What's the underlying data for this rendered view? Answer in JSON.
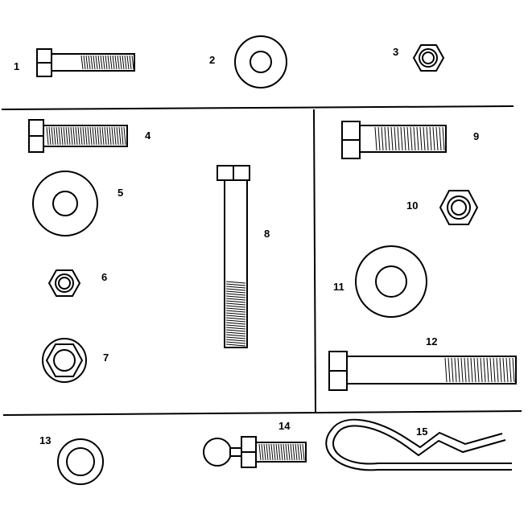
{
  "diagram": {
    "parts": [
      {
        "id": "part-1",
        "callout": "1",
        "kind": "hex-bolt"
      },
      {
        "id": "part-2",
        "callout": "2",
        "kind": "flat-washer"
      },
      {
        "id": "part-3",
        "callout": "3",
        "kind": "lock-nut"
      },
      {
        "id": "part-4",
        "callout": "4",
        "kind": "hex-bolt"
      },
      {
        "id": "part-5",
        "callout": "5",
        "kind": "flat-washer"
      },
      {
        "id": "part-6",
        "callout": "6",
        "kind": "lock-nut"
      },
      {
        "id": "part-7",
        "callout": "7",
        "kind": "hex-nut"
      },
      {
        "id": "part-8",
        "callout": "8",
        "kind": "long-hex-bolt"
      },
      {
        "id": "part-9",
        "callout": "9",
        "kind": "hex-bolt"
      },
      {
        "id": "part-10",
        "callout": "10",
        "kind": "lock-nut"
      },
      {
        "id": "part-11",
        "callout": "11",
        "kind": "flat-washer"
      },
      {
        "id": "part-12",
        "callout": "12",
        "kind": "long-hex-bolt"
      },
      {
        "id": "part-13",
        "callout": "13",
        "kind": "flat-washer"
      },
      {
        "id": "part-14",
        "callout": "14",
        "kind": "ball-stud"
      },
      {
        "id": "part-15",
        "callout": "15",
        "kind": "hair-pin-clip"
      }
    ],
    "colors": {
      "ink": "#000000",
      "paper": "#ffffff"
    }
  }
}
